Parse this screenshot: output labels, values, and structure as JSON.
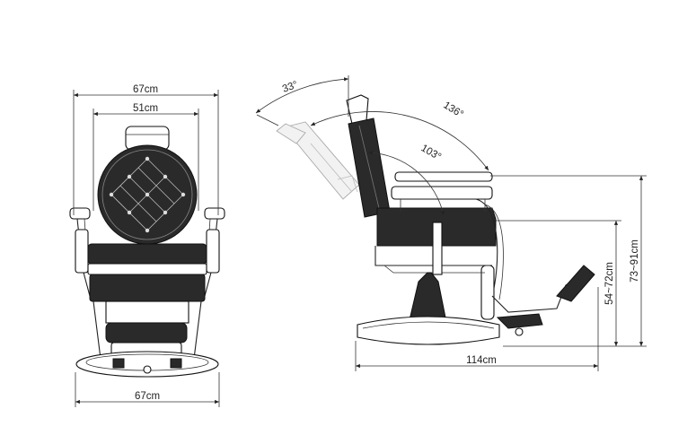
{
  "front_view": {
    "overall_width": "67cm",
    "seat_width": "51cm",
    "base_width": "67cm"
  },
  "side_view": {
    "recline_angle": "33°",
    "full_recline_angle": "136°",
    "back_angle": "103°",
    "seat_height": "54~72cm",
    "total_height": "73~91cm",
    "total_length": "114cm"
  }
}
